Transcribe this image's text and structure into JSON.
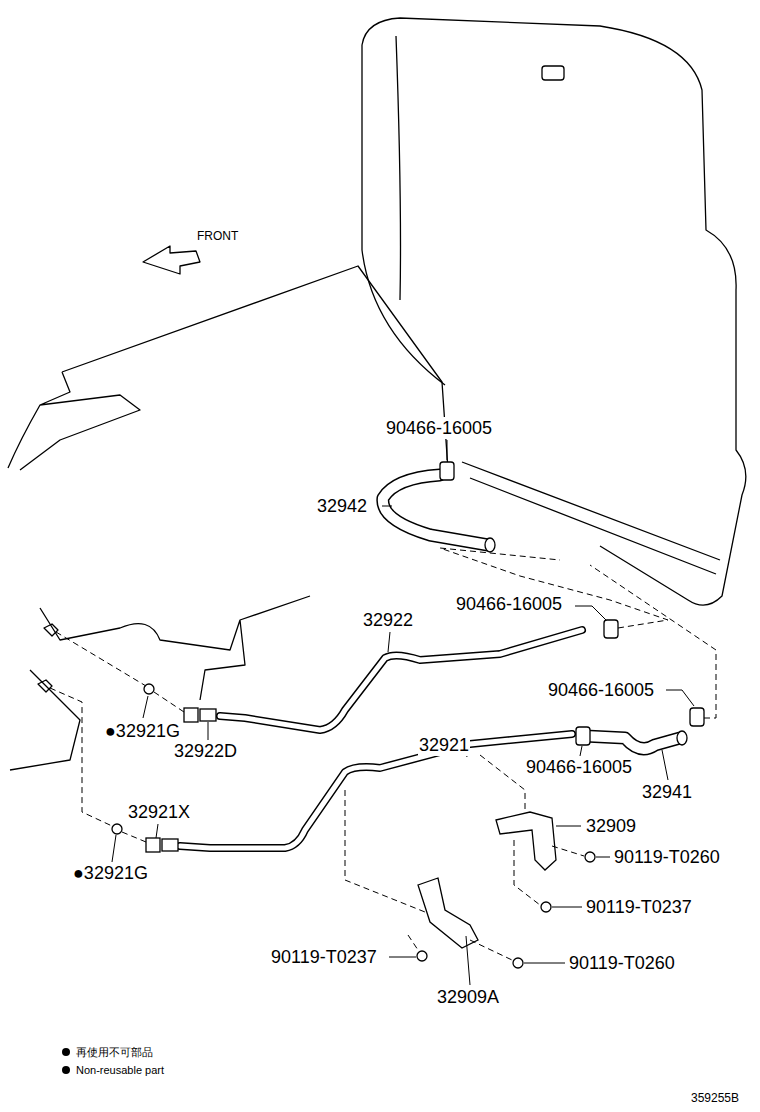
{
  "diagram": {
    "labels": [
      "FRONT",
      "90466-16005",
      "32942",
      "90466-16005",
      "32922",
      "90466-16005",
      "●32921G",
      "32921",
      "32922D",
      "90466-16005",
      "32941",
      "32909",
      "32921X",
      "90119-T0260",
      "●32921G",
      "90119-T0237",
      "90119-T0237",
      "90119-T0260",
      "32909A",
      "359255B"
    ],
    "legend": [
      {
        "text": "再使用不可部品"
      },
      {
        "text": "Non-reusable part"
      }
    ]
  }
}
